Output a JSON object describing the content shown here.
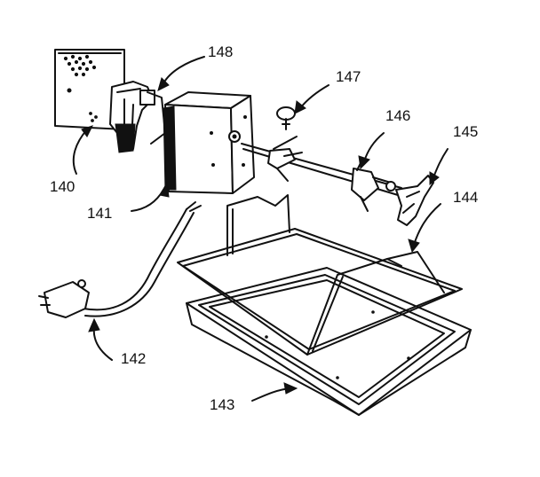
{
  "labels": {
    "p140": "140",
    "p141": "141",
    "p142": "142",
    "p143": "143",
    "p144": "144",
    "p145": "145",
    "p146": "146",
    "p147": "147",
    "p148": "148"
  }
}
